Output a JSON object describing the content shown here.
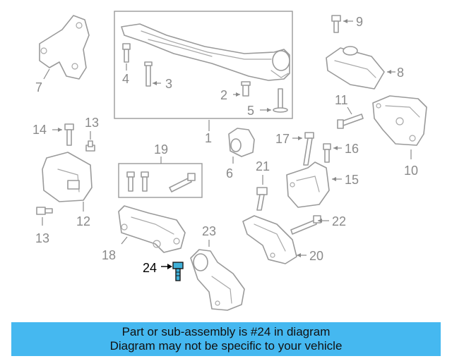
{
  "labels": {
    "c1": "1",
    "c2": "2",
    "c3": "3",
    "c4": "4",
    "c5": "5",
    "c6": "6",
    "c7": "7",
    "c8": "8",
    "c9": "9",
    "c10": "10",
    "c11": "11",
    "c12": "12",
    "c13a": "13",
    "c13b": "13",
    "c14": "14",
    "c15": "15",
    "c16": "16",
    "c17": "17",
    "c18": "18",
    "c19": "19",
    "c20": "20",
    "c21": "21",
    "c22": "22",
    "c23": "23",
    "c24": "24"
  },
  "banner": {
    "line1": "Part or sub-assembly is #24 in diagram",
    "line2": "Diagram may not be specific to your vehicle"
  },
  "colors": {
    "banner_bg": "#45b8f0",
    "highlight_part": "#3fb0d8",
    "line_gray": "#9a9a9a"
  }
}
